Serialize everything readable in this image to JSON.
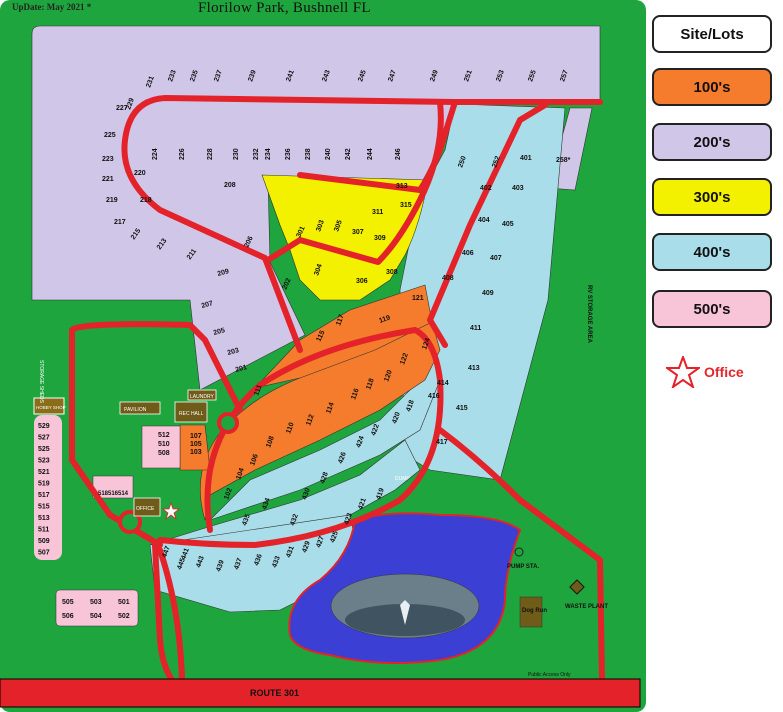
{
  "header": {
    "update": "UpDate: May 2021 *",
    "title": "Florilow Park, Bushnell FL"
  },
  "legend": [
    {
      "label": "Site/Lots",
      "color": "#ffffff"
    },
    {
      "label": "100's",
      "color": "#f47c2c"
    },
    {
      "label": "200's",
      "color": "#cfc6e8"
    },
    {
      "label": "300's",
      "color": "#f3f000"
    },
    {
      "label": "400's",
      "color": "#a9dde9"
    },
    {
      "label": "500's",
      "color": "#f8c4d8"
    }
  ],
  "office_label": "Office",
  "colors": {
    "grass": "#1ea53d",
    "road": "#e32229",
    "pond": "#3b3fd4"
  },
  "labels": {
    "rv_storage": "RV STORAGE AREA",
    "storage_sheds": "STORAGE SHEDS",
    "hobby_shop": "HOBBY SHOP",
    "laundry": "LAUNDRY",
    "rec_hall": "REC HALL",
    "pavilion": "PAVILION",
    "office": "OFFICE",
    "dump": "DUMP",
    "pump_sta": "PUMP STA.",
    "dog_run": "Dog Run",
    "waste_plant": "WASTE PLANT",
    "route": "ROUTE 301",
    "small_note": "Public Access Only"
  },
  "lots": {
    "row200_top": [
      "229",
      "231",
      "233",
      "235",
      "237",
      "239",
      "241",
      "243",
      "245",
      "247",
      "249",
      "251",
      "253",
      "255",
      "257"
    ],
    "row200_left": [
      "227",
      "225",
      "223",
      "221",
      "219",
      "217",
      "215",
      "213",
      "211"
    ],
    "row200_inner": [
      "224",
      "226",
      "228",
      "230",
      "232",
      "234",
      "236",
      "238",
      "240",
      "242",
      "244",
      "246"
    ],
    "row200_misc": [
      "220",
      "218",
      "208",
      "206",
      "209",
      "207",
      "205",
      "203",
      "201",
      "202",
      "250",
      "252",
      "258*"
    ],
    "row300": [
      "313",
      "315",
      "311",
      "301",
      "303",
      "305",
      "307",
      "309",
      "304",
      "306",
      "308"
    ],
    "row100": [
      "121",
      "117",
      "119",
      "115",
      "124",
      "122",
      "120",
      "118",
      "116",
      "114",
      "112",
      "110",
      "108",
      "106",
      "104",
      "102",
      "111",
      "107",
      "105",
      "103"
    ],
    "row400": [
      "401",
      "403",
      "402",
      "404",
      "405",
      "406",
      "407",
      "408",
      "409",
      "411",
      "413",
      "414",
      "415",
      "416",
      "417",
      "418",
      "419",
      "420",
      "421",
      "422",
      "423",
      "424",
      "425",
      "426",
      "427",
      "428",
      "429",
      "430",
      "431",
      "432",
      "433",
      "434",
      "435",
      "436",
      "437",
      "439",
      "441",
      "443",
      "445",
      "447"
    ],
    "row500_right": [
      "512",
      "510",
      "508"
    ],
    "row500_office": [
      "518",
      "516",
      "514"
    ],
    "row500_sheds": [
      "529",
      "527",
      "525",
      "523",
      "521",
      "519",
      "517",
      "515",
      "513",
      "511",
      "509",
      "507"
    ],
    "row500_bottom": [
      [
        "505",
        "503",
        "501"
      ],
      [
        "506",
        "504",
        "502"
      ]
    ]
  }
}
